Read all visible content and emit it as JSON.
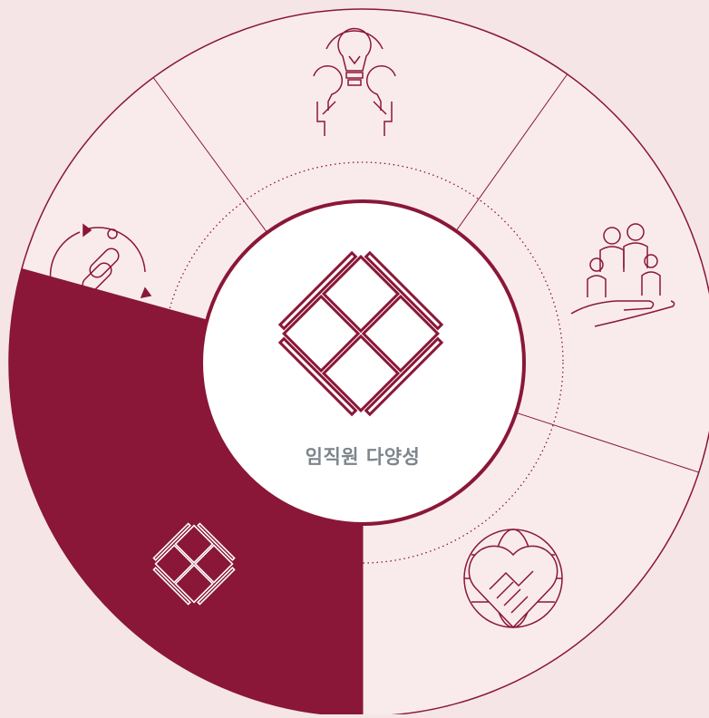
{
  "center": {
    "label": "임직원 다양성",
    "icon": "interlocking-squares-icon"
  },
  "segments": [
    {
      "id": "top",
      "icon": "team-idea-lightbulb-icon",
      "active": false
    },
    {
      "id": "right-upper",
      "icon": "people-in-hand-icon",
      "active": false
    },
    {
      "id": "right-lower",
      "icon": "globe-heart-handshake-icon",
      "active": false
    },
    {
      "id": "left-lower",
      "icon": "interlocking-squares-icon",
      "active": true
    },
    {
      "id": "left-upper",
      "icon": "link-cycle-icon",
      "active": false
    }
  ],
  "colors": {
    "background": "#f5e5e6",
    "segment_fill": "#f9ebec",
    "accent": "#8a1738",
    "label": "#7d858b",
    "center_fill": "#ffffff"
  }
}
